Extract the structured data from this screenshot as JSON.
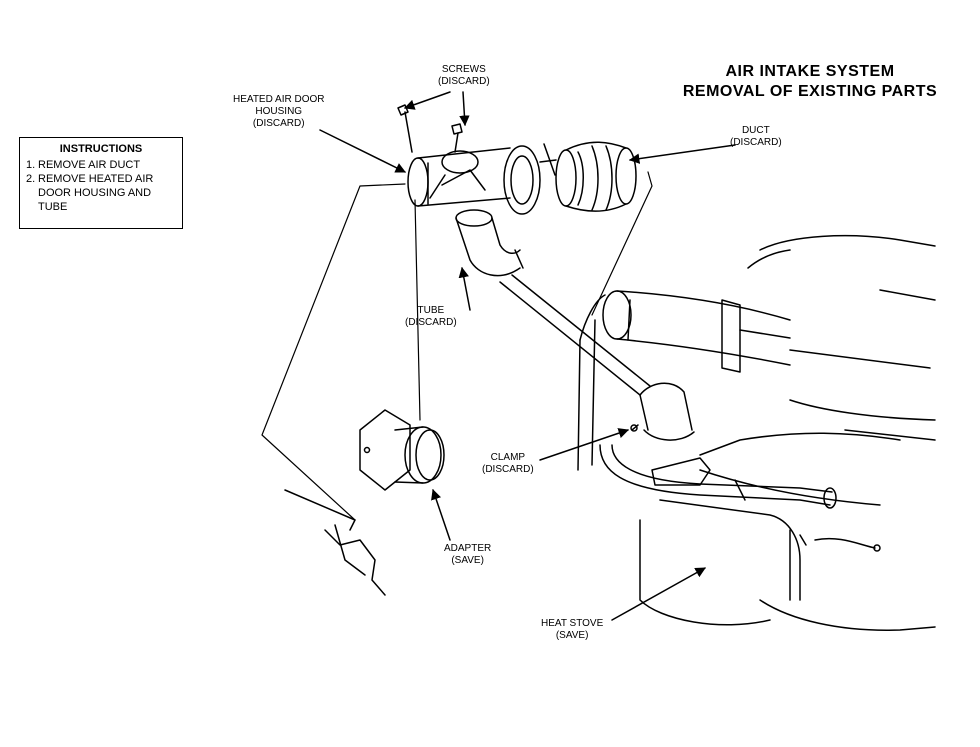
{
  "title": {
    "line1": "AIR INTAKE SYSTEM",
    "line2": "REMOVAL OF EXISTING PARTS"
  },
  "instructions": {
    "heading": "INSTRUCTIONS",
    "steps": [
      {
        "num": "1.",
        "text": "REMOVE AIR DUCT"
      },
      {
        "num": "2.",
        "text": "REMOVE HEATED AIR DOOR HOUSING AND TUBE"
      }
    ]
  },
  "labels": {
    "screws": {
      "line1": "SCREWS",
      "line2": "(DISCARD)"
    },
    "heated_air_door_housing": {
      "line1": "HEATED AIR DOOR",
      "line2": "HOUSING",
      "line3": "(DISCARD)"
    },
    "duct": {
      "line1": "DUCT",
      "line2": "(DISCARD)"
    },
    "tube": {
      "line1": "TUBE",
      "line2": "(DISCARD)"
    },
    "clamp": {
      "line1": "CLAMP",
      "line2": "(DISCARD)"
    },
    "adapter": {
      "line1": "ADAPTER",
      "line2": "(SAVE)"
    },
    "heat_stove": {
      "line1": "HEAT STOVE",
      "line2": "(SAVE)"
    }
  }
}
